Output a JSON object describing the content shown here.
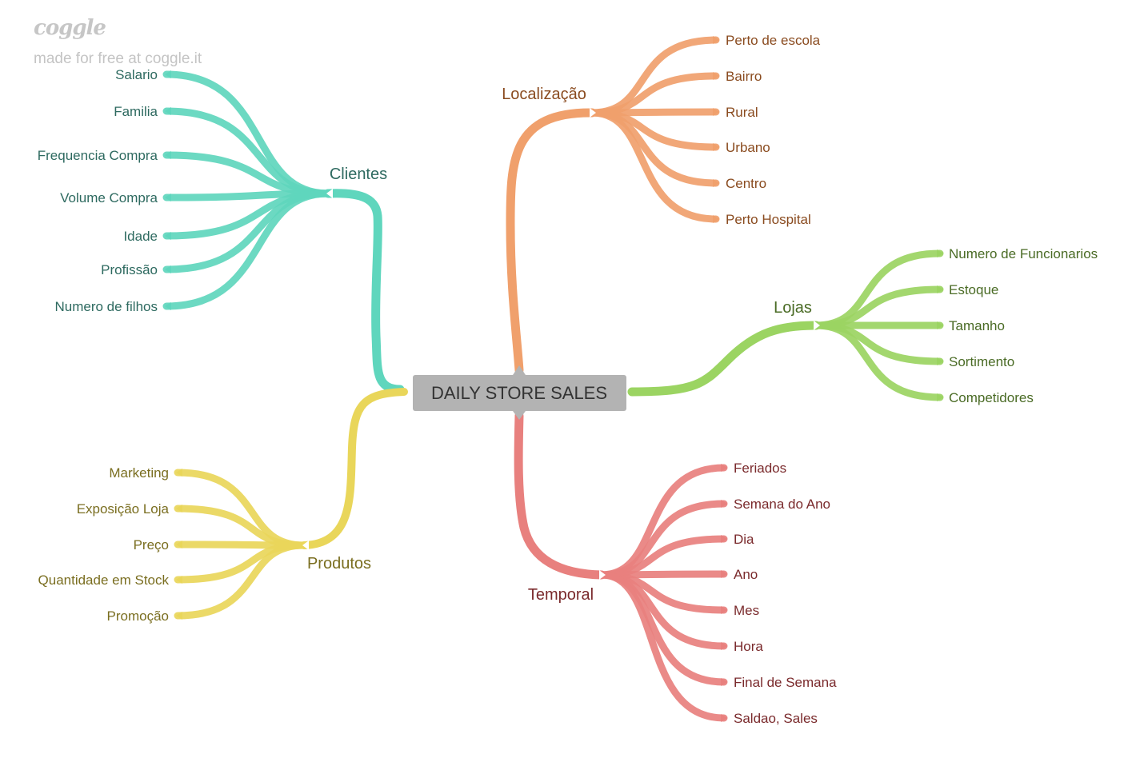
{
  "branding": {
    "logo": "coggle",
    "tagline": "made for free at coggle.it"
  },
  "root": {
    "label": "DAILY STORE SALES",
    "color": "#b3b3b3",
    "text_color": "#333333"
  },
  "branches": [
    {
      "id": "clientes",
      "label": "Clientes",
      "line_color": "#5fd6bd",
      "text_color": "#2e6a60",
      "children": [
        "Salario",
        "Familia",
        "Frequencia Compra",
        "Volume Compra",
        "Idade",
        "Profissão",
        "Numero de filhos"
      ]
    },
    {
      "id": "produtos",
      "label": "Produtos",
      "line_color": "#e9d65a",
      "text_color": "#7a6e20",
      "children": [
        "Marketing",
        "Exposição Loja",
        "Preço",
        "Quantidade em Stock",
        "Promoção"
      ]
    },
    {
      "id": "localizacao",
      "label": "Localização",
      "line_color": "#f0a06c",
      "text_color": "#8a4b1f",
      "children": [
        "Perto de escola",
        "Bairro",
        "Rural",
        "Urbano",
        "Centro",
        "Perto Hospital"
      ]
    },
    {
      "id": "lojas",
      "label": "Lojas",
      "line_color": "#9bd462",
      "text_color": "#4a6b25",
      "children": [
        "Numero de Funcionarios",
        "Estoque",
        "Tamanho",
        "Sortimento",
        "Competidores"
      ]
    },
    {
      "id": "temporal",
      "label": "Temporal",
      "line_color": "#e8807e",
      "text_color": "#7a2a2c",
      "children": [
        "Feriados",
        "Semana do Ano",
        "Dia",
        "Ano",
        "Mes",
        "Hora",
        "Final de Semana",
        "Saldao, Sales"
      ]
    }
  ]
}
